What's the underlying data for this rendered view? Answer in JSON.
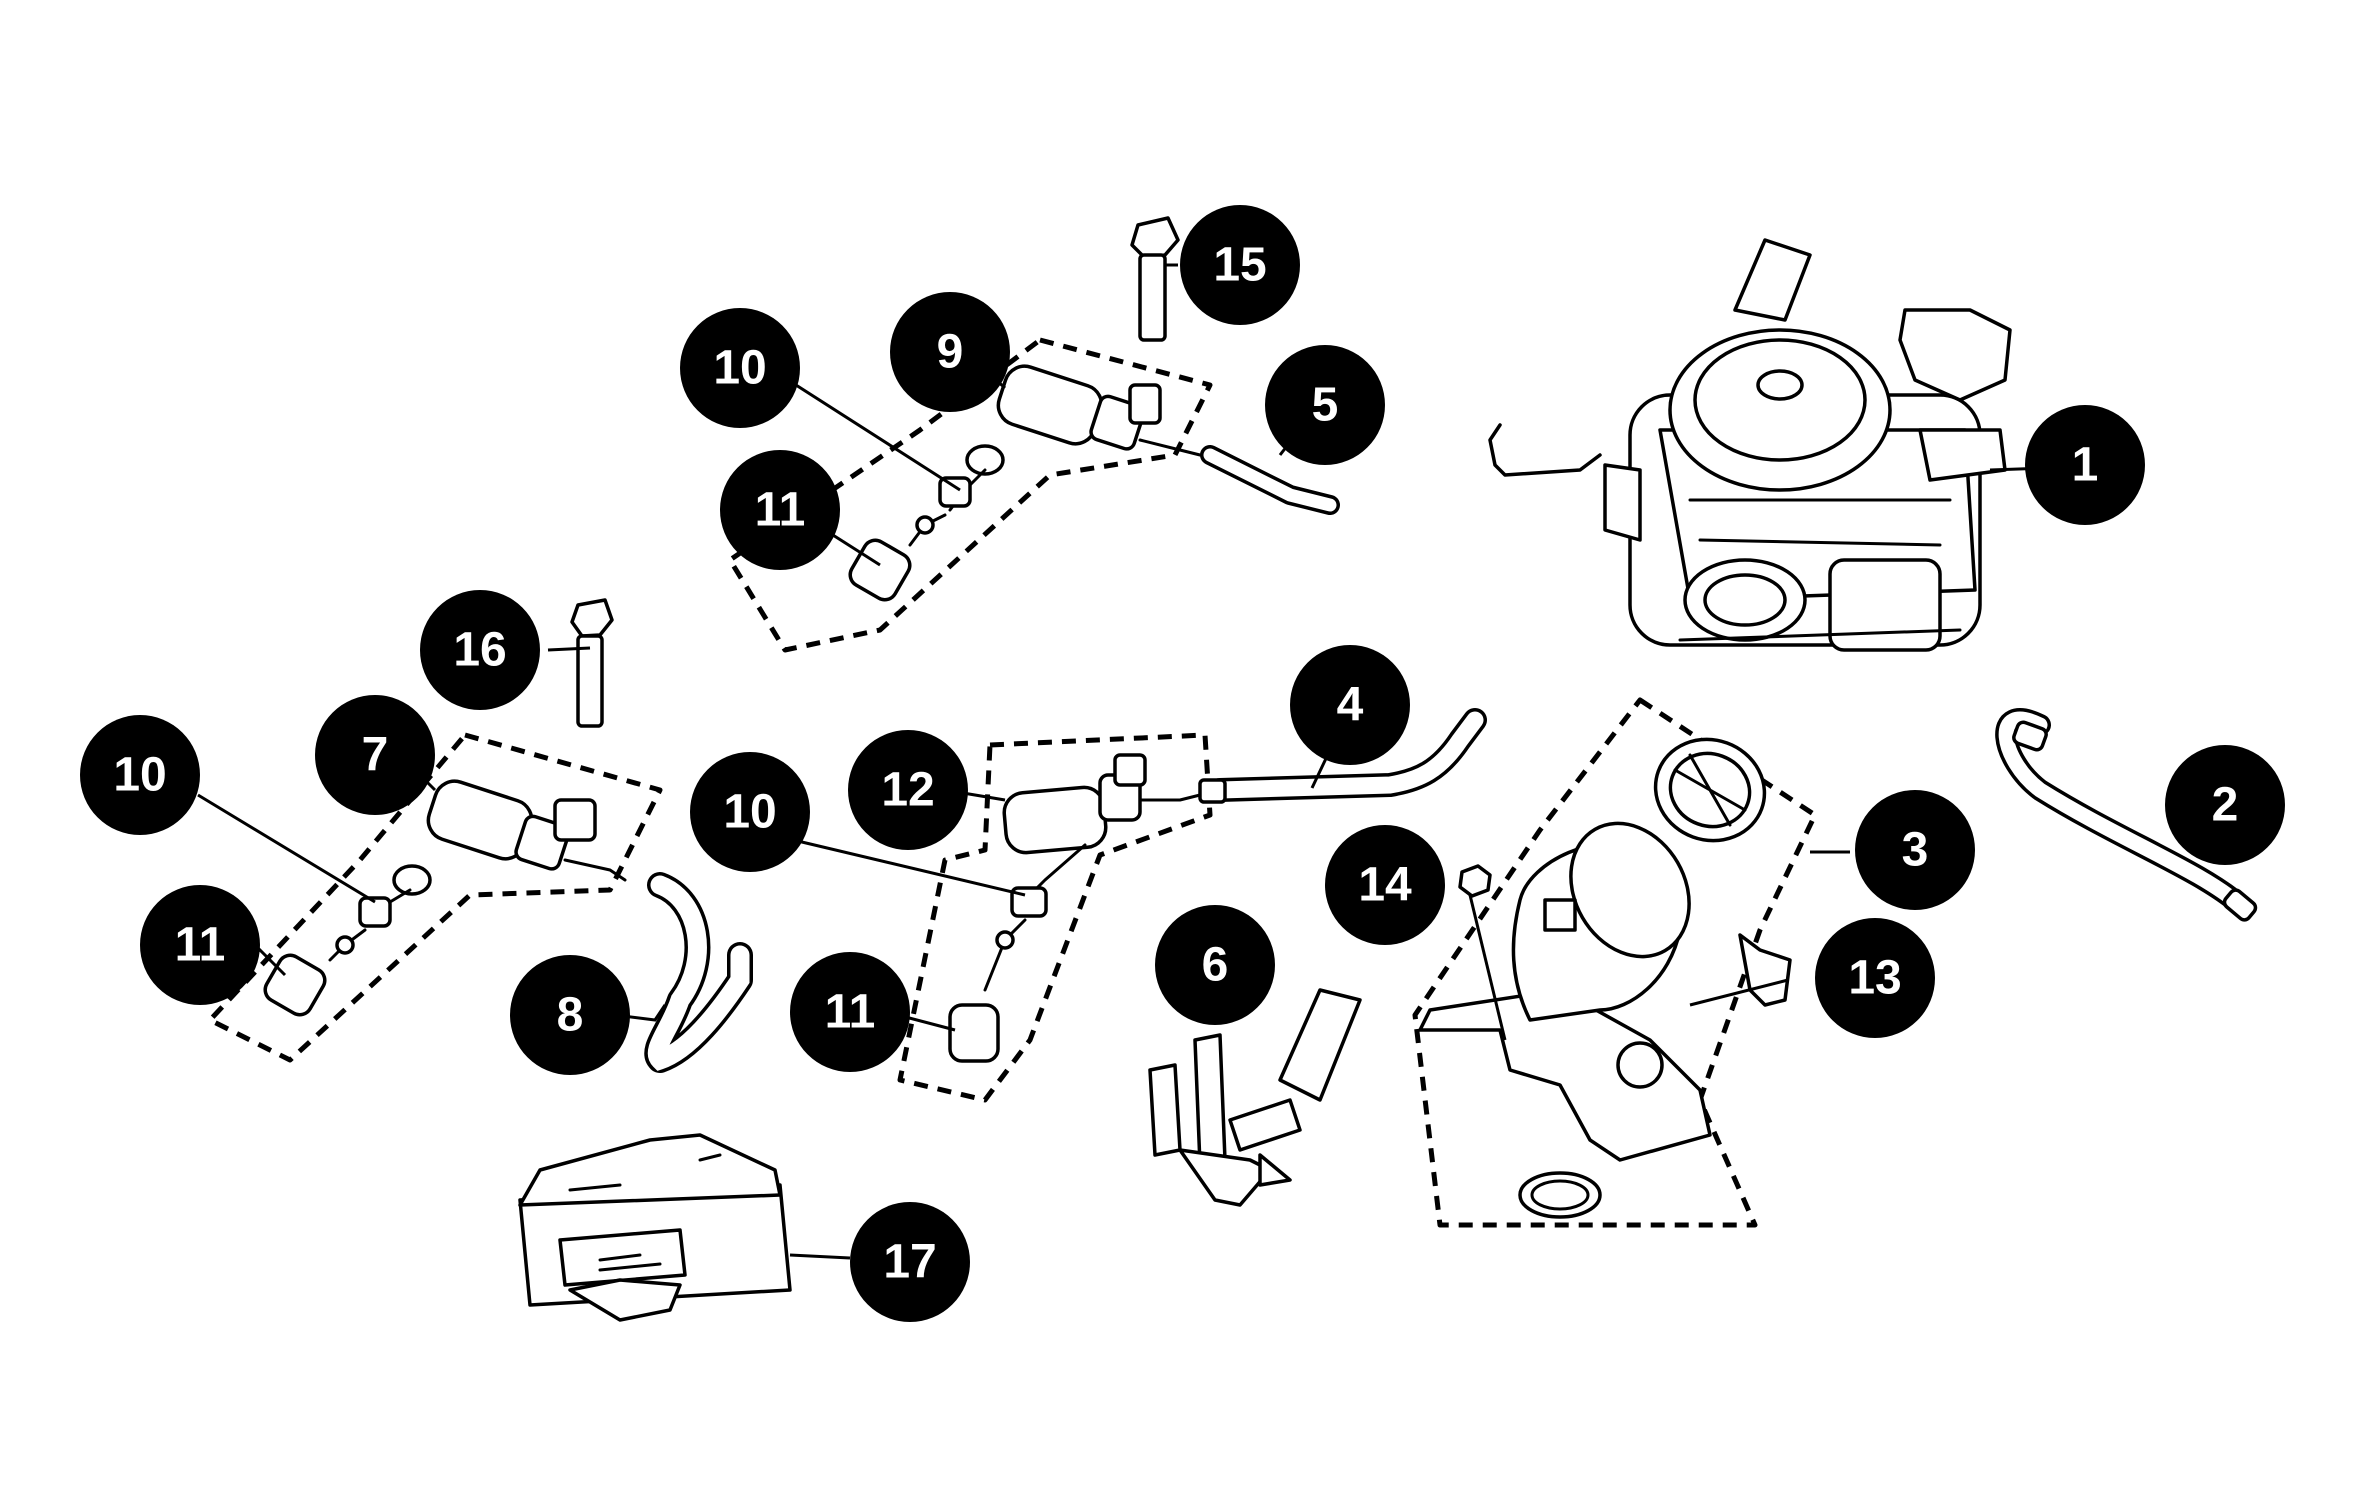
{
  "diagram": {
    "callouts": [
      {
        "id": "c1",
        "number": "1"
      },
      {
        "id": "c2",
        "number": "2"
      },
      {
        "id": "c3",
        "number": "3"
      },
      {
        "id": "c4",
        "number": "4"
      },
      {
        "id": "c5",
        "number": "5"
      },
      {
        "id": "c6",
        "number": "6"
      },
      {
        "id": "c7",
        "number": "7"
      },
      {
        "id": "c8",
        "number": "8"
      },
      {
        "id": "c9",
        "number": "9"
      },
      {
        "id": "c10a",
        "number": "10"
      },
      {
        "id": "c10b",
        "number": "10"
      },
      {
        "id": "c10c",
        "number": "10"
      },
      {
        "id": "c11a",
        "number": "11"
      },
      {
        "id": "c11b",
        "number": "11"
      },
      {
        "id": "c11c",
        "number": "11"
      },
      {
        "id": "c12",
        "number": "12"
      },
      {
        "id": "c13",
        "number": "13"
      },
      {
        "id": "c14",
        "number": "14"
      },
      {
        "id": "c15",
        "number": "15"
      },
      {
        "id": "c16",
        "number": "16"
      },
      {
        "id": "c17",
        "number": "17"
      }
    ]
  }
}
